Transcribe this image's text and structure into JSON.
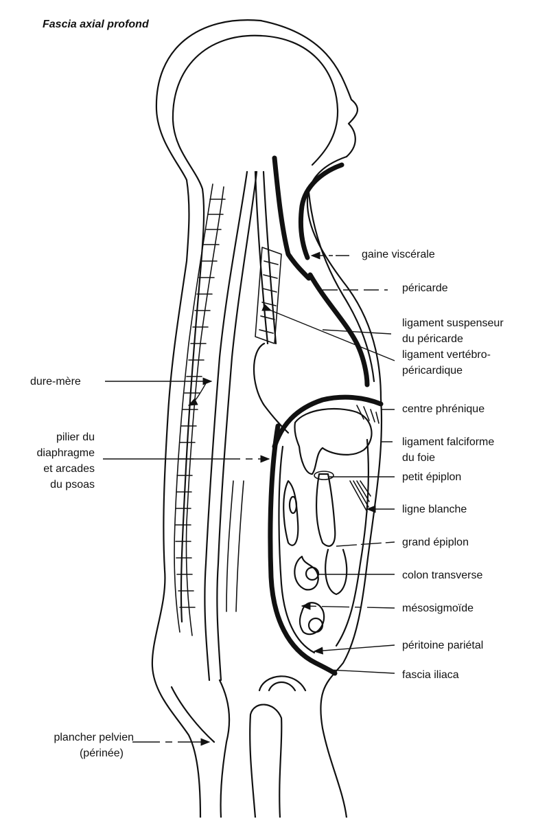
{
  "title": "Fascia axial profond",
  "labels": {
    "gaine_viscerale": "gaine viscérale",
    "pericarde": "péricarde",
    "ligament_suspenseur_1": "ligament suspenseur",
    "ligament_suspenseur_2": "du péricarde",
    "ligament_vertebro_1": "ligament vertébro-",
    "ligament_vertebro_2": "péricardique",
    "dure_mere": "dure-mère",
    "centre_phrenique": "centre phrénique",
    "pilier_1": "pilier du",
    "pilier_2": "diaphragme",
    "pilier_3": "et arcades",
    "pilier_4": "du psoas",
    "ligament_falciforme_1": "ligament falciforme",
    "ligament_falciforme_2": "du foie",
    "petit_epiplon": "petit épiplon",
    "ligne_blanche": "ligne blanche",
    "grand_epiplon": "grand épiplon",
    "colon_transverse": "colon transverse",
    "mesosigmoide": "mésosigmoïde",
    "peritoine_parietal": "péritoine pariétal",
    "fascia_iliaca": "fascia iliaca",
    "plancher_1": "plancher pelvien",
    "plancher_2": "(périnée)"
  }
}
